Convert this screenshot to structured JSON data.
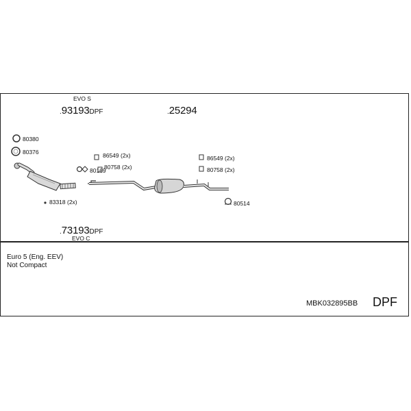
{
  "parts": {
    "p93193": {
      "number": "93193",
      "suffix": "DPF",
      "variant": "EVO S"
    },
    "p25294": {
      "number": "25294"
    },
    "p73193": {
      "number": "73193",
      "suffix": "DPF",
      "variant": "EVO C"
    },
    "p80380": {
      "number": "80380"
    },
    "p80376": {
      "number": "80376"
    },
    "p83318": {
      "label": "83318 (2x)"
    },
    "p86549a": {
      "label": "86549 (2x)"
    },
    "p80758a": {
      "label": "80758 (2x)"
    },
    "p80169": {
      "label": "80169"
    },
    "p86549b": {
      "label": "86549 (2x)"
    },
    "p80758b": {
      "label": "80758 (2x)"
    },
    "p80514": {
      "label": "80514"
    }
  },
  "notes": {
    "line1": "Euro 5 (Eng. EEV)",
    "line2": "Not Compact"
  },
  "code": "MBK032895BB",
  "type_label": "DPF"
}
